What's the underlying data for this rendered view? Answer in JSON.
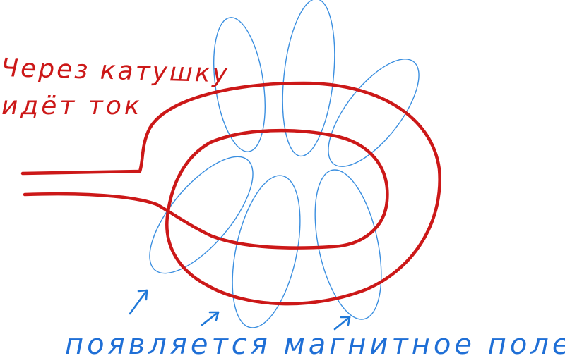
{
  "labels": {
    "current_line_1": "Через катушку",
    "current_line_2": "идёт ток",
    "field_caption": "появляется магнитное поле"
  },
  "colors": {
    "coil": "#cc1818",
    "field_lines": "#3b8fe0",
    "arrows": "#1f78d8",
    "current_text": "#cc1818",
    "field_text": "#1f6fd6",
    "background": "#ffffff"
  },
  "components": {
    "coil": "current-carrying coil",
    "field_loops": "magnetic field line loops",
    "arrows": "field direction arrows"
  }
}
